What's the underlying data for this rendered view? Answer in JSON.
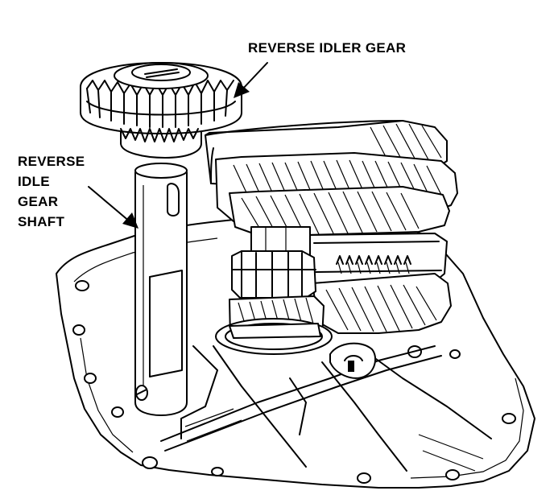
{
  "labels": {
    "reverse_idler_gear": "REVERSE IDLER GEAR",
    "reverse_idle_gear_shaft": [
      "REVERSE",
      "IDLE",
      "GEAR",
      "SHAFT"
    ]
  }
}
